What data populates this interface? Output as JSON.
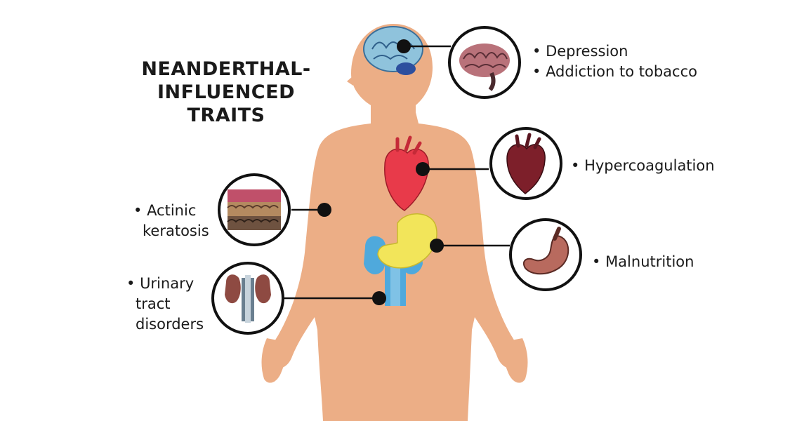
{
  "title": {
    "line1": "NEANDERTHAL-",
    "line2": "INFLUENCED",
    "line3": "TRAITS"
  },
  "traits": {
    "brain": {
      "organ_icon": "brain-icon",
      "items": [
        "Depression",
        "Addiction to tobacco"
      ]
    },
    "heart": {
      "organ_icon": "heart-icon",
      "items": [
        "Hypercoagulation"
      ]
    },
    "skin": {
      "organ_icon": "skin-layers-icon",
      "line1": "Actinic",
      "line2": "keratosis"
    },
    "stomach": {
      "organ_icon": "stomach-icon",
      "items": [
        "Malnutrition"
      ]
    },
    "kidneys": {
      "organ_icon": "kidneys-icon",
      "line1": "Urinary",
      "line2": "tract",
      "line3": "disorders"
    }
  },
  "colors": {
    "body": "#ecae86",
    "brain": "#8fc3dc",
    "heart": "#e83a4a",
    "stomach": "#f2e55a",
    "kidneys": "#4fa9dc",
    "connector": "#111111"
  }
}
